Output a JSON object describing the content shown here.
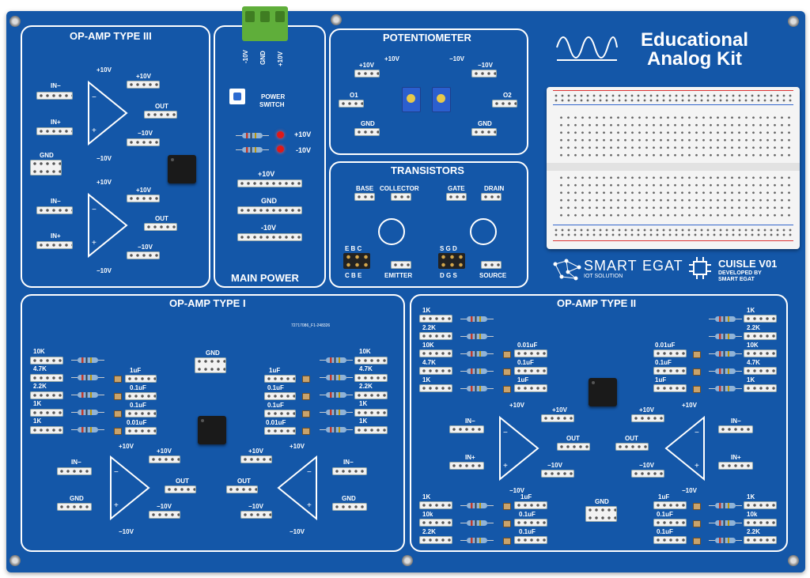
{
  "kit": {
    "title_line1": "Educational",
    "title_line2": "Analog Kit"
  },
  "panels": {
    "op3": "OP-AMP TYPE III",
    "main_power": "MAIN POWER",
    "pot": "POTENTIOMETER",
    "transistors": "TRANSISTORS",
    "op1": "OP-AMP TYPE I",
    "op2": "OP-AMP TYPE II"
  },
  "labels": {
    "plus10v": "+10V",
    "minus10v": "-10V",
    "minus10v_alt": "−10V",
    "gnd": "GND",
    "out": "OUT",
    "in_minus": "IN−",
    "in_plus": "IN+",
    "o1": "O1",
    "o2": "O2",
    "power_switch_1": "POWER",
    "power_switch_2": "SWITCH",
    "base": "BASE",
    "collector": "COLLECTOR",
    "emitter": "EMITTER",
    "gate": "GATE",
    "drain": "DRAIN",
    "source": "SOURCE",
    "ebc": "E B C",
    "cbe": "C B E",
    "sgd": "S G D",
    "dgs": "D G S",
    "pcb_code": "72717086_F1-248326"
  },
  "terminal": {
    "t1": "-10V",
    "t2": "GND",
    "t3": "+10V"
  },
  "op1_values": {
    "left": [
      "10K",
      "4.7K",
      "2.2K",
      "1K",
      "1K"
    ],
    "left_caps": [
      "1uF",
      "0.1uF",
      "0.1uF",
      "0.01uF"
    ],
    "right_caps": [
      "1uF",
      "0.1uF",
      "0.1uF",
      "0.01uF"
    ],
    "right": [
      "10K",
      "4.7K",
      "2.2K",
      "1K",
      "1K"
    ]
  },
  "op2_values": {
    "left_top": [
      "1K",
      "2.2K",
      "10K",
      "4.7K",
      "1K"
    ],
    "left_top_caps": [
      "0.01uF",
      "0.1uF",
      "1uF"
    ],
    "right_top": [
      "1K",
      "2.2K",
      "10K",
      "4.7K",
      "1K"
    ],
    "right_top_caps": [
      "0.01uF",
      "0.1uF",
      "1uF"
    ],
    "left_bottom": [
      "1K",
      "10k",
      "2.2K"
    ],
    "left_bottom_caps": [
      "1uF",
      "0.1uF",
      "0.1uF"
    ],
    "right_bottom": [
      "1K",
      "10k",
      "2.2K"
    ],
    "right_bottom_caps": [
      "1uF",
      "0.1uF",
      "0.1uF"
    ]
  },
  "brand": {
    "smart": "SMART",
    "egat": "EGAT",
    "iot": "IOT SOLUTION",
    "cuisle": "CUISLE V01",
    "dev1": "DEVELOPED BY",
    "dev2": "SMART EGAT"
  },
  "colors": {
    "board": "#1457a8",
    "terminal": "#5fae3a",
    "led": "#e01818",
    "pot": "#2b5fcf"
  }
}
